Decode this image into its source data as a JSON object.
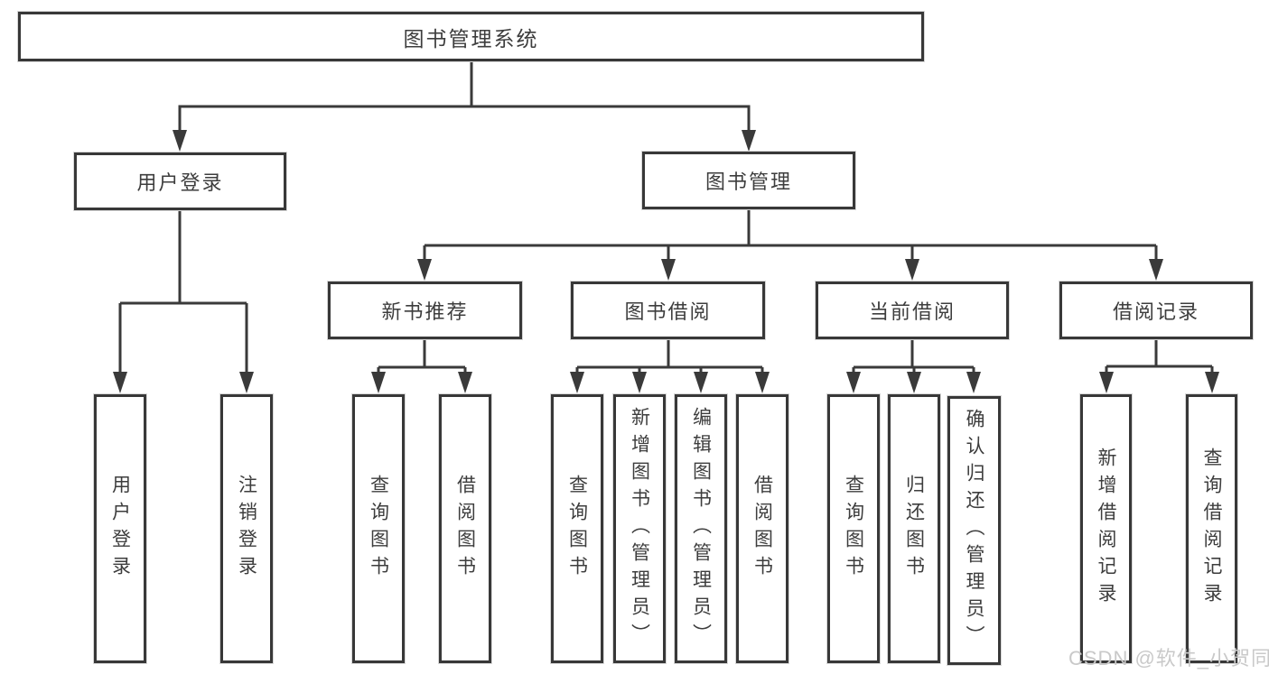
{
  "tree": {
    "label": "图书管理系统",
    "children": [
      {
        "label": "用户登录",
        "children": [
          {
            "label": "用户登录"
          },
          {
            "label": "注销登录"
          }
        ]
      },
      {
        "label": "图书管理",
        "children": [
          {
            "label": "新书推荐",
            "children": [
              {
                "label": "查询图书"
              },
              {
                "label": "借阅图书"
              }
            ]
          },
          {
            "label": "图书借阅",
            "children": [
              {
                "label": "查询图书"
              },
              {
                "label": "新增图书（管理员）"
              },
              {
                "label": "编辑图书（管理员）"
              },
              {
                "label": "借阅图书"
              }
            ]
          },
          {
            "label": "当前借阅",
            "children": [
              {
                "label": "查询图书"
              },
              {
                "label": "归还图书"
              },
              {
                "label": "确认归还（管理员）"
              }
            ]
          },
          {
            "label": "借阅记录",
            "children": [
              {
                "label": "新增借阅记录"
              },
              {
                "label": "查询借阅记录"
              }
            ]
          }
        ]
      }
    ]
  },
  "watermark": {
    "text": "CSDN @软件_小贺同学",
    "color": "#c9c9c9"
  },
  "colors": {
    "line": "#3a3a3a",
    "border": "#383838",
    "text": "#3d3d3d",
    "background": "#ffffff"
  }
}
